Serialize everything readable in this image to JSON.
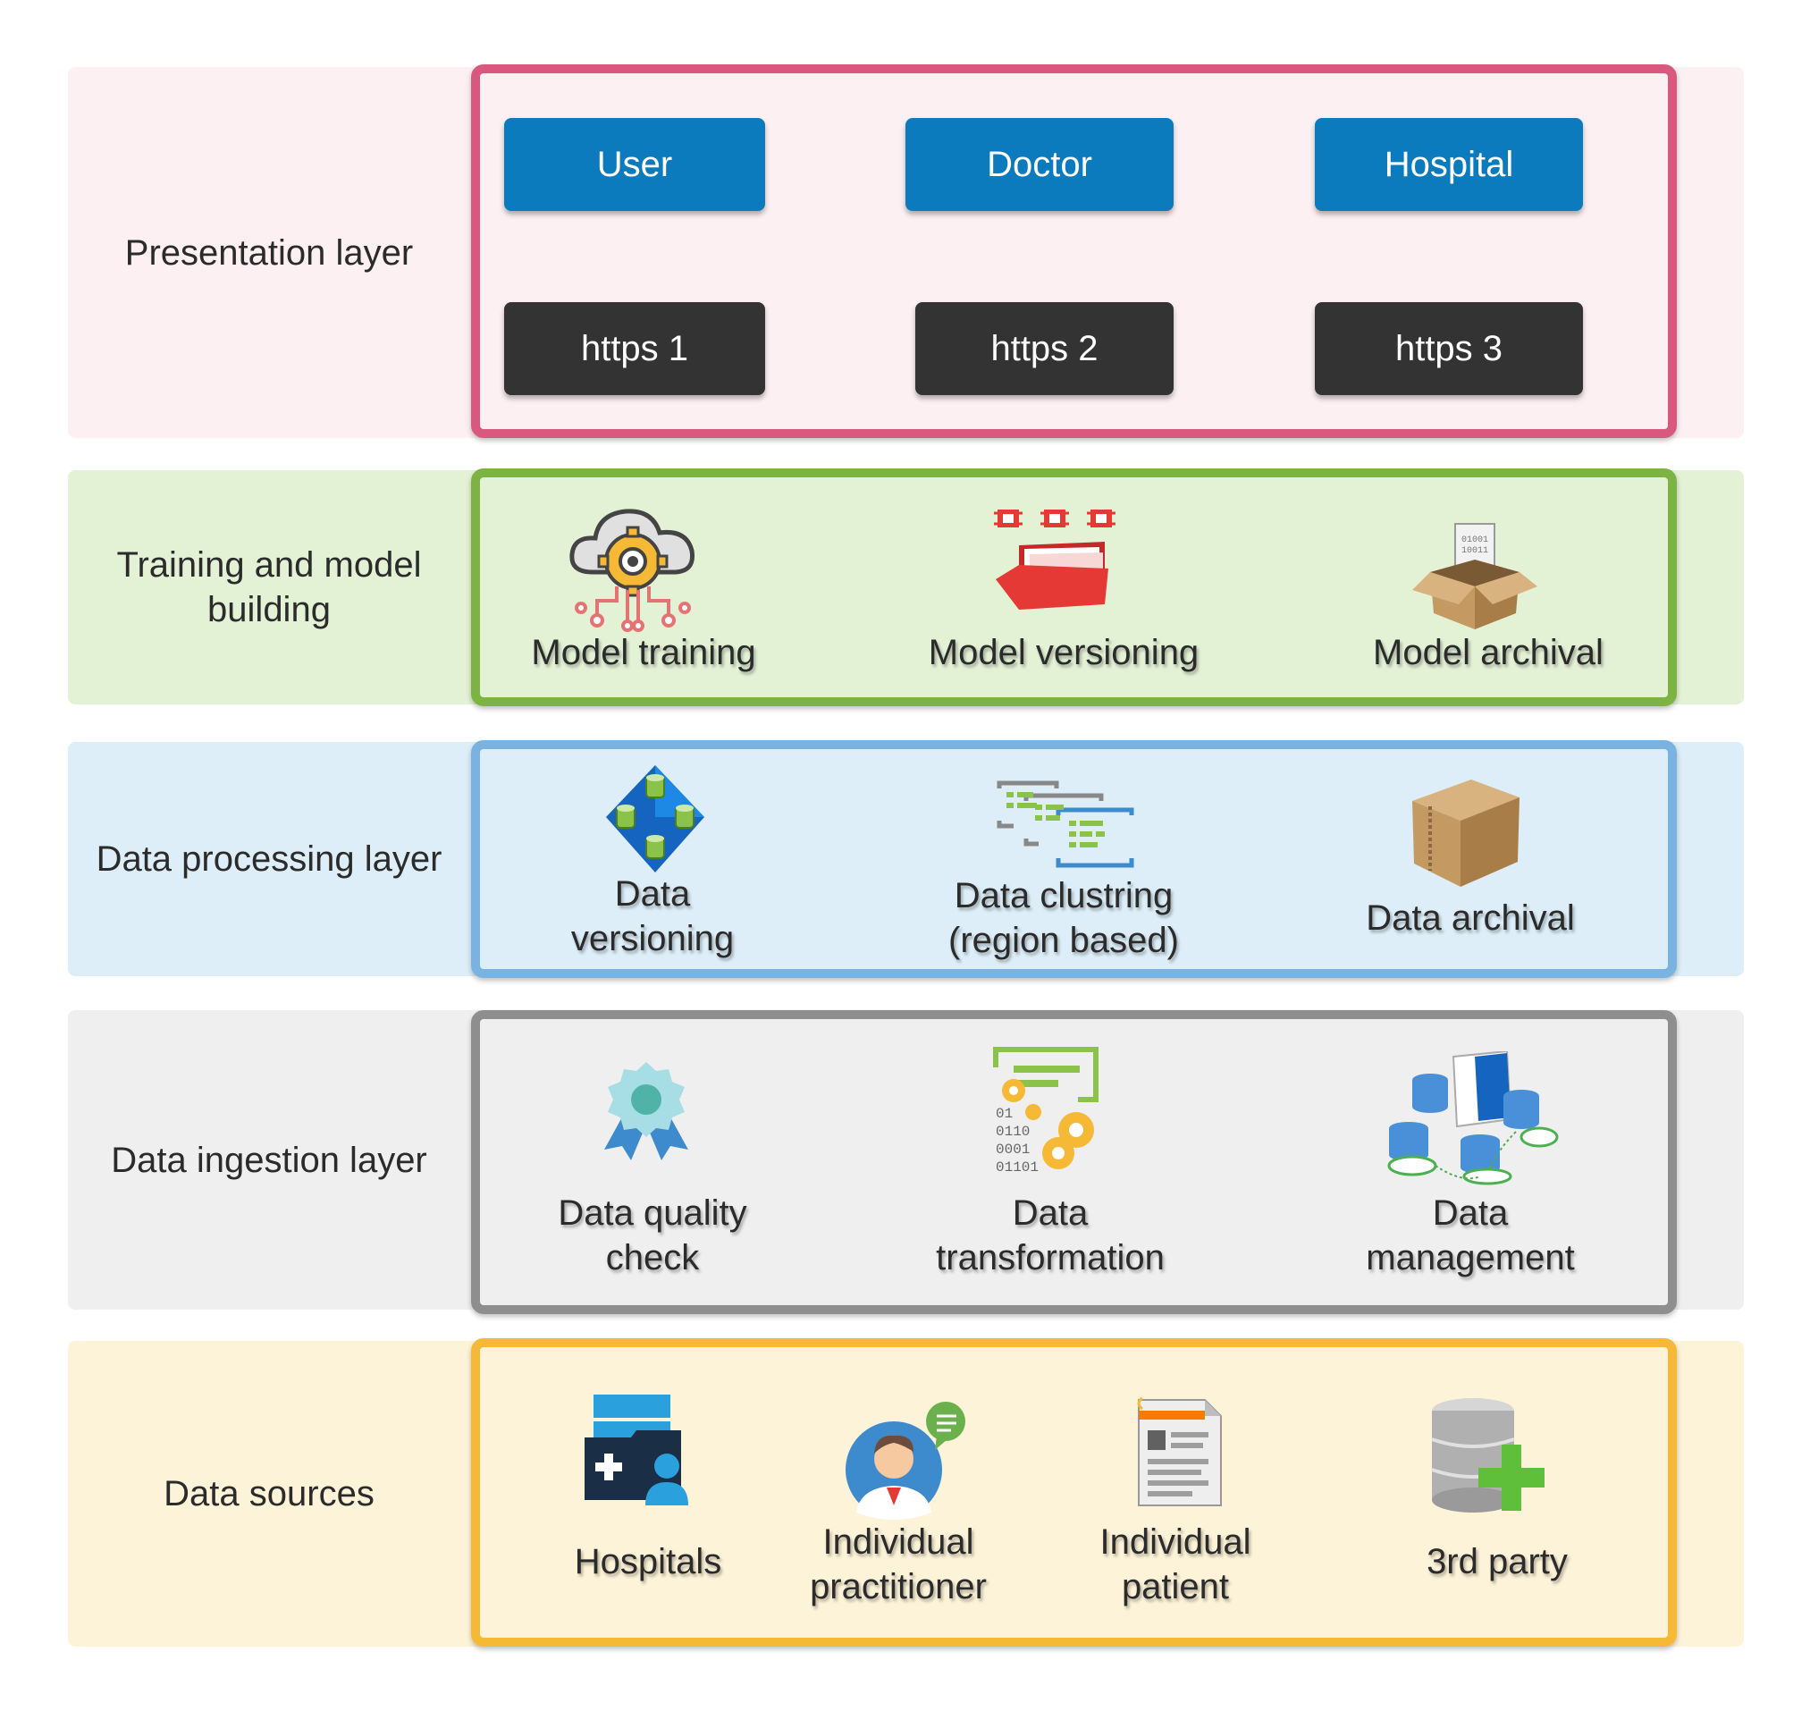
{
  "layers": {
    "presentation": {
      "label": "Presentation layer",
      "actors": [
        "User",
        "Doctor",
        "Hospital"
      ],
      "endpoints": [
        "https 1",
        "https 2",
        "https 3"
      ],
      "band_color": "#fcf0f3",
      "frame_color": "#d9587e"
    },
    "training": {
      "label": "Training and model\nbuilding",
      "items": [
        "Model training",
        "Model versioning",
        "Model archival"
      ],
      "band_color": "#e3f1d5",
      "frame_color": "#7cb342"
    },
    "processing": {
      "label": "Data processing layer",
      "items": [
        "Data\nversioning",
        "Data clustring\n(region based)",
        "Data archival"
      ],
      "band_color": "#ddeef8",
      "frame_color": "#7ab3e0"
    },
    "ingestion": {
      "label": "Data ingestion layer",
      "items": [
        "Data quality\ncheck",
        "Data\ntransformation",
        "Data\nmanagement"
      ],
      "band_color": "#efefef",
      "frame_color": "#8e8e8e"
    },
    "sources": {
      "label": "Data sources",
      "items": [
        "Hospitals",
        "Individual\npractitioner",
        "Individual\npatient",
        "3rd party"
      ],
      "band_color": "#fdf3d8",
      "frame_color": "#f5b935"
    }
  },
  "icons": {
    "model_training": "cloud-gear-icon",
    "model_versioning": "folder-chips-icon",
    "model_archival": "open-box-icon",
    "data_versioning": "diamond-cylinders-icon",
    "data_clustering": "cluster-windows-icon",
    "data_archival": "box-icon",
    "data_quality": "award-ribbon-icon",
    "data_transformation": "gears-binary-icon",
    "data_management": "databases-icon",
    "hospitals": "medical-folder-icon",
    "practitioner": "doctor-avatar-icon",
    "patient": "patient-record-icon",
    "third_party": "database-plus-icon"
  }
}
